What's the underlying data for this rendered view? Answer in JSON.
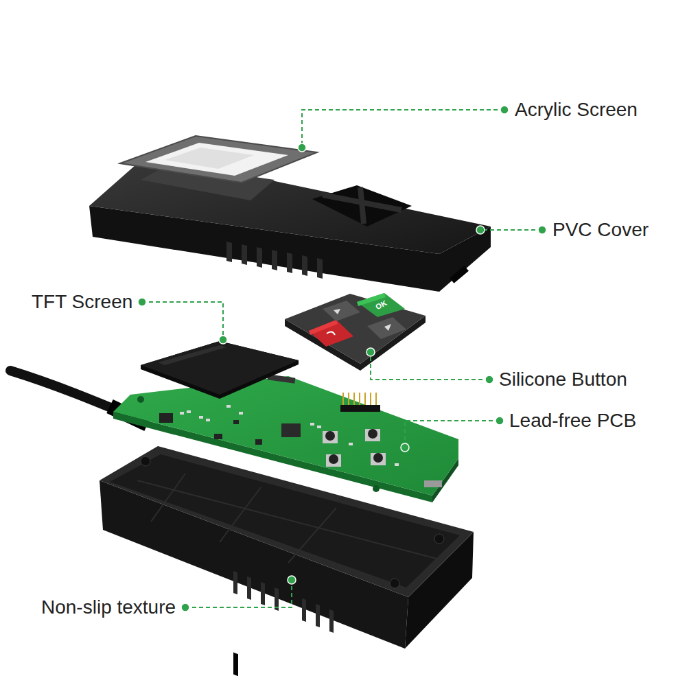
{
  "diagram": {
    "labels": [
      "Acrylic Screen",
      "PVC Cover",
      "TFT Screen",
      "Silicone Button",
      "Lead-free PCB",
      "Non-slip texture",
      "OK"
    ]
  }
}
